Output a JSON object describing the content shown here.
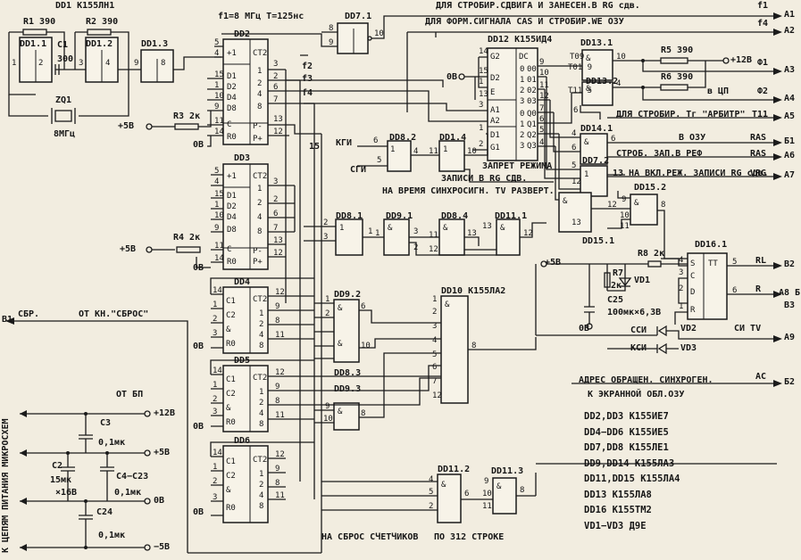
{
  "labels": {
    "dd1_title": "DD1 К155ЛН1",
    "r1": "R1 390",
    "r2": "R2 390",
    "c1": "C1",
    "c1_val": "300",
    "dd1_1": "DD1.1",
    "dd1_2": "DD1.2",
    "dd1_3": "DD1.3",
    "zq1": "ZQ1",
    "zq1_freq": "8МГц",
    "f1_top": "f1=8 МГц T=125нс",
    "plus5_a": "+5В",
    "r3": "R3 2к",
    "ob_a": "0В",
    "dd2": "DD2",
    "dd3": "DD3",
    "dd4": "DD4",
    "dd5": "DD5",
    "dd6": "DD6",
    "dd7_1": "DD7.1",
    "dd12": "DD12 К155ИД4",
    "dd13_1": "DD13.1",
    "dd13_2": "DD13.2",
    "dd14_1": "DD14.1",
    "dd7_2": "DD7.2",
    "dd15_1": "DD15.1",
    "dd15_2": "DD15.2",
    "dd16_1": "DD16.1",
    "dd8_2": "DD8.2",
    "dd1_4": "DD1.4",
    "dd8_1": "DD8.1",
    "dd9_1": "DD9.1",
    "dd8_4": "DD8.4",
    "dd11_1": "DD11.1",
    "dd9_2": "DD9.2",
    "dd8_3": "DD8.3",
    "dd9_3": "DD9.3",
    "dd10": "DD10 К155ЛА2",
    "dd11_2": "DD11.2",
    "dd11_3": "DD11.3",
    "r5": "R5 390",
    "r6": "R6 390",
    "plus12": "+12В",
    "phi1": "Ф1",
    "phi2": "Ф2",
    "vcp": "в ЦП",
    "r4": "R4 2к",
    "plus5_b": "+5В",
    "ob_b": "0В",
    "ob_c": "0В",
    "ob_d": "0В",
    "ob_e": "0В",
    "ob_f": "0В",
    "r7": "R7",
    "r7_val": "2к",
    "r8": "R8 2к",
    "vd1": "VD1",
    "c25": "C25",
    "c25_val": "100мк×6,3В",
    "vd2": "VD2",
    "vd3": "VD3",
    "plus5_c": "+5В",
    "ssi": "ССИ",
    "ksi": "КСИ",
    "sitv": "СИ TV",
    "kgi": "КГИ",
    "sgi": "СГИ",
    "n15": "15",
    "sbr": "СБР.",
    "sbr_note": "ОТ КН.\"СБРОС\"",
    "ot_bp": "ОТ БП",
    "p12_bp": "+12В",
    "p5_bp": "+5В",
    "ob_bp": "0В",
    "m5_bp": "−5В",
    "c3": "C3",
    "c3_val": "0,1мк",
    "c2": "C2",
    "c2_val": "15мк",
    "c2_v": "×16В",
    "c4": "C4−C23",
    "c4_val": "0,1мк",
    "c24": "C24",
    "c24_val": "0,1мк",
    "power_side": "К ЦЕПЯМ ПИТАНИЯ МИКРОСХЕМ",
    "note_strob_sdv": "ДЛЯ СТРОБИР.СДВИГА И ЗАНЕСЕН.В RG сдв.",
    "note_cas": "ДЛЯ ФОРМ.СИГНАЛА CAS И СТРОБИР.WE ОЗУ",
    "note_arbitr": "ДЛЯ СТРОБИР. Тг \"АРБИТР\"",
    "t11": "T11",
    "v_ozu": "В ОЗУ",
    "ras1": "RAS",
    "strob_ras": "СТРОБ. ЗАП.В РЕФ",
    "ras2": "RAS",
    "vkl_rez": "13 НА ВКЛ.РЕЖ. ЗАПИСИ RG сдв.",
    "vrg": "VRG",
    "zapret1": "ЗАПРЕТ РЕЖИМА",
    "zapret2": "ЗАПИСИ В RG СДВ.",
    "zapret3": "НА ВРЕМЯ СИНХРОСИГН. TV РАЗВЕРТ.",
    "adr1": "АДРЕС ОБРАЩЕН. СИНХРОГЕН.",
    "adr2": "К ЭКРАННОЙ ОБЛ.ОЗУ",
    "ac": "AC",
    "na_sbros": "НА СБРОС СЧЕТЧИКОВ",
    "po_312": "ПО 312 СТРОКЕ",
    "f1": "f1",
    "f4": "f4",
    "f2": "f2",
    "f3": "f3",
    "f4b": "f4",
    "ob_dd12": "0В",
    "rl": "RL",
    "r_out": "R",
    "a1": "A1",
    "a2": "A2",
    "a3": "A3",
    "a4": "A4",
    "a5": "A5",
    "b1": "Б1",
    "a6": "A6",
    "a7": "A7",
    "b2": "B2",
    "a8": "A8 Б",
    "b3": "B3",
    "a9": "A9",
    "b2b": "Б2",
    "v1": "B1"
  },
  "legend": [
    "DD2,DD3 К155ИЕ7",
    "DD4−DD6 К155ИЕ5",
    "DD7,DD8 К155ЛЕ1",
    "DD9,DD14 К155ЛА3",
    "DD11,DD15 К155ЛА4",
    "DD13 К155ЛА8",
    "DD16 К155ТМ2",
    "VD1−VD3 Д9Е"
  ]
}
